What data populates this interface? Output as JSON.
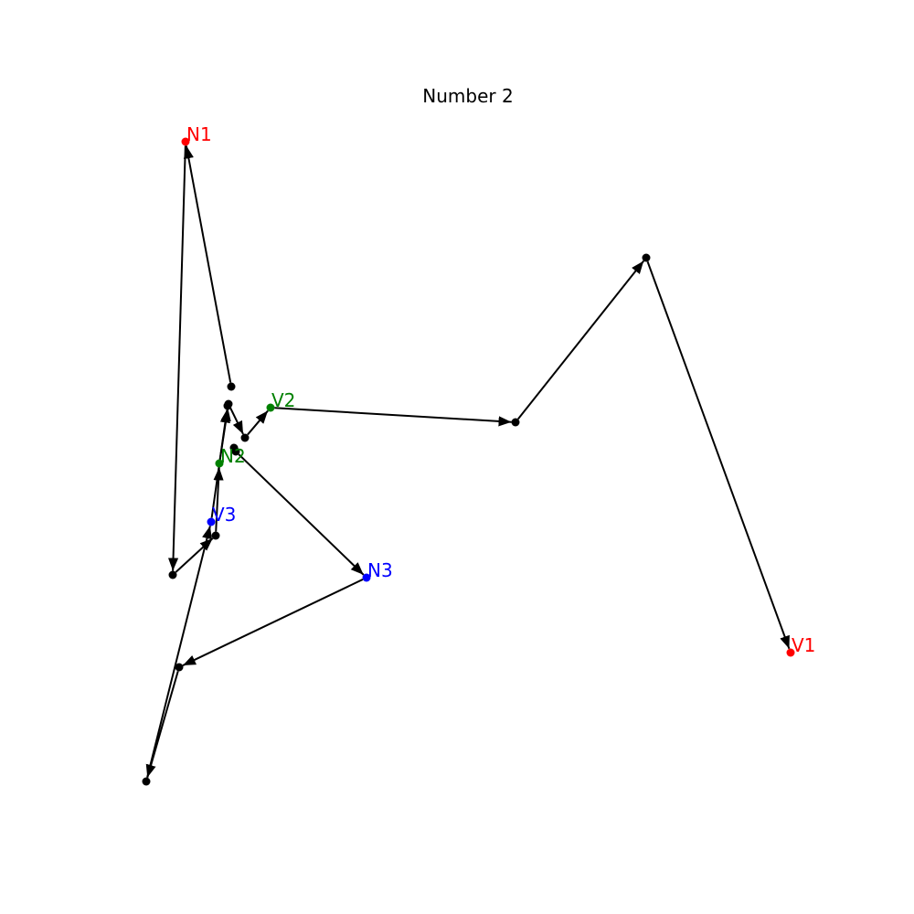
{
  "title": "Number 2",
  "colors": {
    "red": "#ff0000",
    "green": "#008000",
    "blue": "#0000ff",
    "black": "#000000"
  },
  "nodes": [
    {
      "id": "N1",
      "label": "N1",
      "color": "red"
    },
    {
      "id": "V1",
      "label": "V1",
      "color": "red"
    },
    {
      "id": "V2",
      "label": "V2",
      "color": "green"
    },
    {
      "id": "N2",
      "label": "N2",
      "color": "green"
    },
    {
      "id": "V3",
      "label": "V3",
      "color": "blue"
    },
    {
      "id": "N3",
      "label": "N3",
      "color": "blue"
    },
    {
      "id": "a",
      "label": "",
      "color": "black"
    },
    {
      "id": "b",
      "label": "",
      "color": "black"
    },
    {
      "id": "c",
      "label": "",
      "color": "black"
    },
    {
      "id": "d",
      "label": "",
      "color": "black"
    },
    {
      "id": "e",
      "label": "",
      "color": "black"
    },
    {
      "id": "f",
      "label": "",
      "color": "black"
    },
    {
      "id": "g",
      "label": "",
      "color": "black"
    },
    {
      "id": "h",
      "label": "",
      "color": "black"
    },
    {
      "id": "i",
      "label": "",
      "color": "black"
    },
    {
      "id": "j",
      "label": "",
      "color": "black"
    },
    {
      "id": "k",
      "label": "",
      "color": "black"
    },
    {
      "id": "l",
      "label": "",
      "color": "black"
    }
  ],
  "edges": [
    [
      "a",
      "N1"
    ],
    [
      "N1",
      "b"
    ],
    [
      "b",
      "c"
    ],
    [
      "c",
      "N2"
    ],
    [
      "N2",
      "d"
    ],
    [
      "d",
      "e"
    ],
    [
      "e",
      "V2"
    ],
    [
      "V2",
      "f"
    ],
    [
      "f",
      "g"
    ],
    [
      "g",
      "V1"
    ],
    [
      "h",
      "N3"
    ],
    [
      "N3",
      "i"
    ],
    [
      "i",
      "j"
    ],
    [
      "j",
      "V3"
    ],
    [
      "V3",
      "l"
    ]
  ]
}
